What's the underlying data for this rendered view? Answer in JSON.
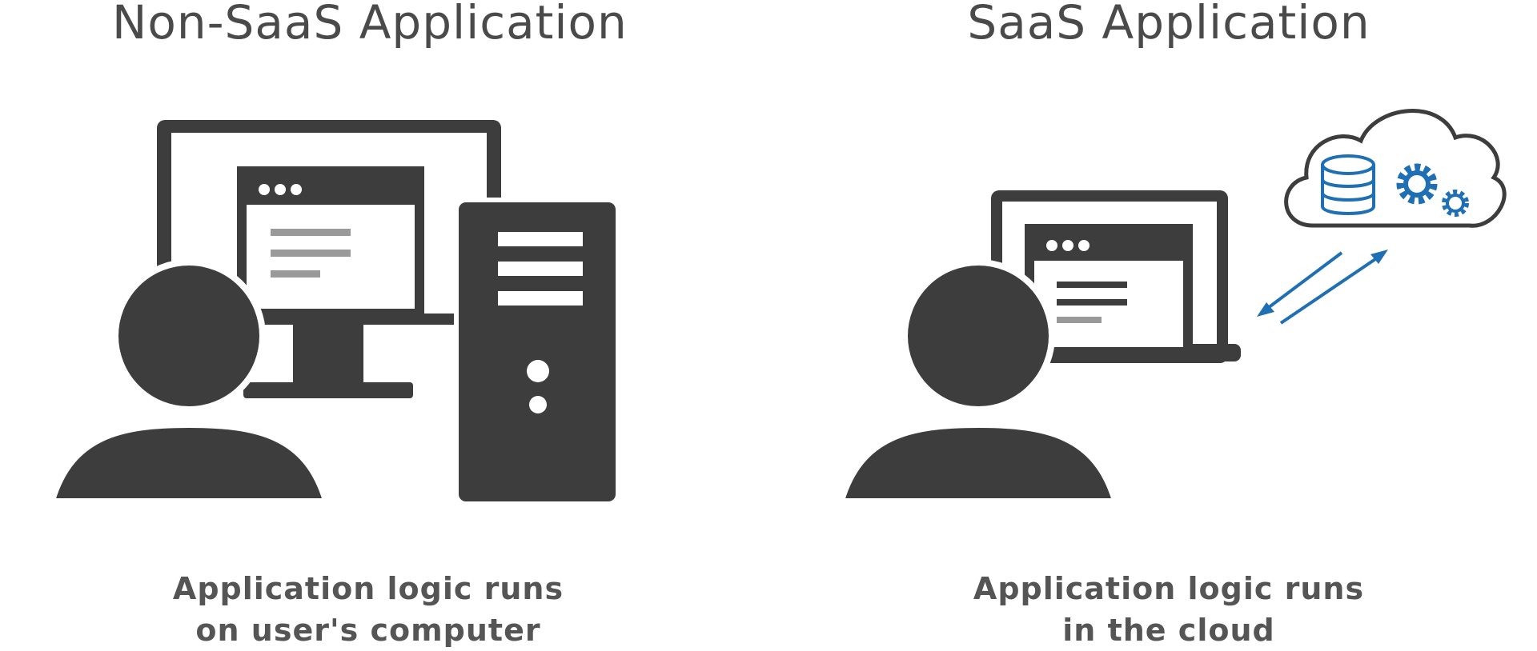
{
  "left_panel": {
    "title": "Non-SaaS Application",
    "caption_line1": "Application logic runs",
    "caption_line2": "on user's computer",
    "icons": [
      "user-icon",
      "desktop-monitor-icon",
      "app-window-icon",
      "computer-tower-icon"
    ]
  },
  "right_panel": {
    "title": "SaaS Application",
    "caption_line1": "Application logic runs",
    "caption_line2": "in the cloud",
    "icons": [
      "user-icon",
      "laptop-icon",
      "app-window-icon",
      "cloud-icon",
      "database-icon",
      "gears-icon",
      "bidirectional-arrows-icon"
    ]
  },
  "colors": {
    "icon_dark": "#3d3d3d",
    "accent_blue": "#1f6fb5",
    "text": "#4a4a4a"
  }
}
